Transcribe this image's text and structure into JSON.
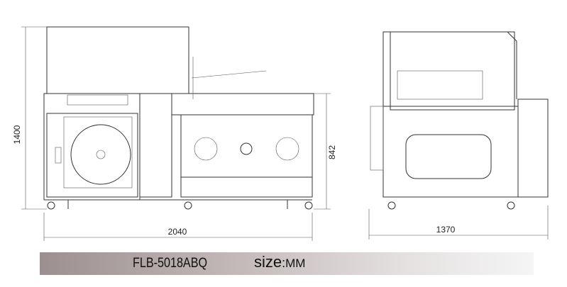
{
  "front_view": {
    "width_dim": "2040",
    "height_dim": "1400",
    "table_height_dim": "842"
  },
  "side_view": {
    "depth_dim": "1370"
  },
  "footer": {
    "model": "FLB-5018ABQ",
    "size_label": "size",
    "size_colon": ":",
    "size_unit": "MM"
  }
}
